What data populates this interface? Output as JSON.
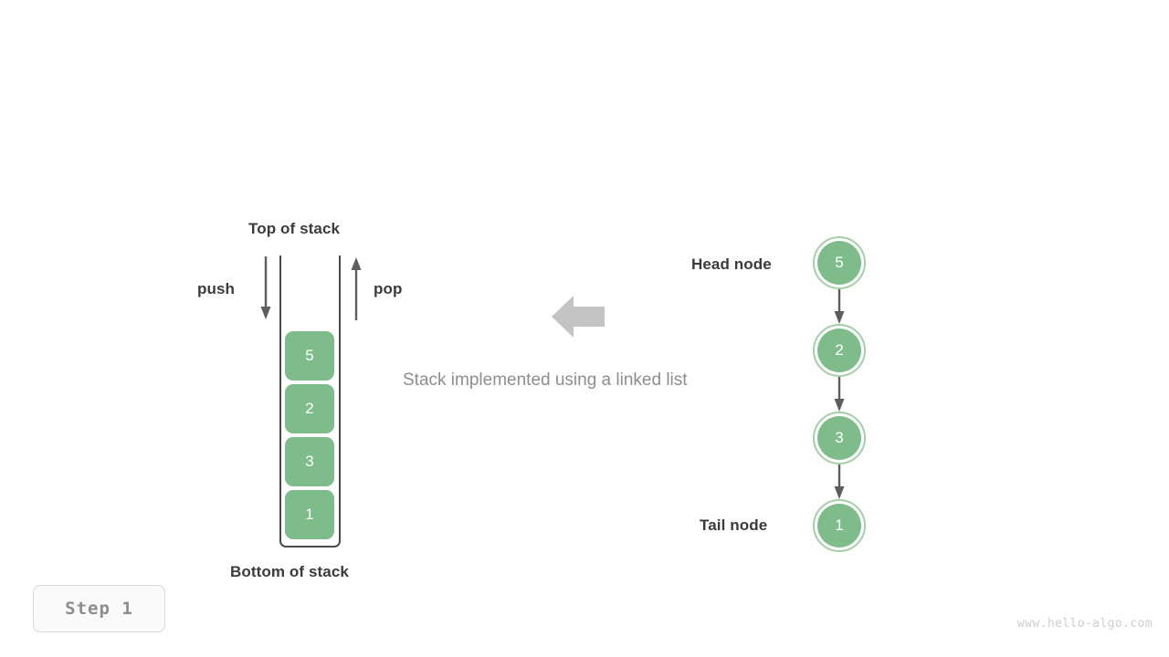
{
  "diagram": {
    "caption": "Stack implemented using a linked list",
    "colors": {
      "node_fill": "#7fbc8b",
      "node_ring": "#a4cfac",
      "container_stroke": "#4a4a4a",
      "arrow_gray": "#c4c4c4",
      "connector_gray": "#5e5e5e",
      "label_dark": "#3b3b3b",
      "label_gray": "#8e8e8e",
      "badge_text": "#8d8d8d",
      "watermark": "#cfcfcf"
    }
  },
  "stack": {
    "top_label": "Top of stack",
    "bottom_label": "Bottom of stack",
    "push_label": "push",
    "pop_label": "pop",
    "cells": [
      {
        "value": "5"
      },
      {
        "value": "2"
      },
      {
        "value": "3"
      },
      {
        "value": "1"
      }
    ]
  },
  "linked_list": {
    "head_label": "Head node",
    "tail_label": "Tail node",
    "nodes": [
      {
        "value": "5"
      },
      {
        "value": "2"
      },
      {
        "value": "3"
      },
      {
        "value": "1"
      }
    ]
  },
  "footer": {
    "step_label": "Step 1",
    "watermark": "www.hello-algo.com"
  }
}
